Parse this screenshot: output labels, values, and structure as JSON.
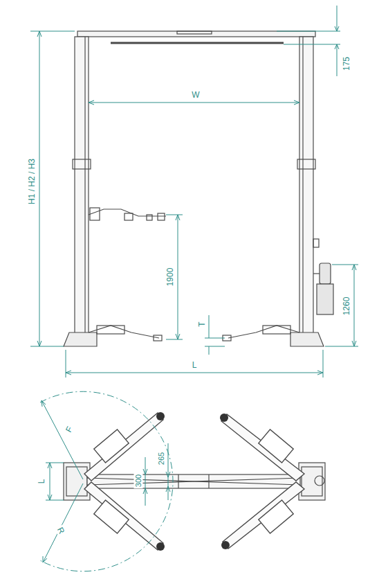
{
  "diagram": {
    "labels": [
      "175",
      "W",
      "H1 / H2 / H3",
      "1900",
      "1260",
      "T",
      "L",
      "F",
      "L",
      "300",
      "265",
      "R"
    ]
  }
}
